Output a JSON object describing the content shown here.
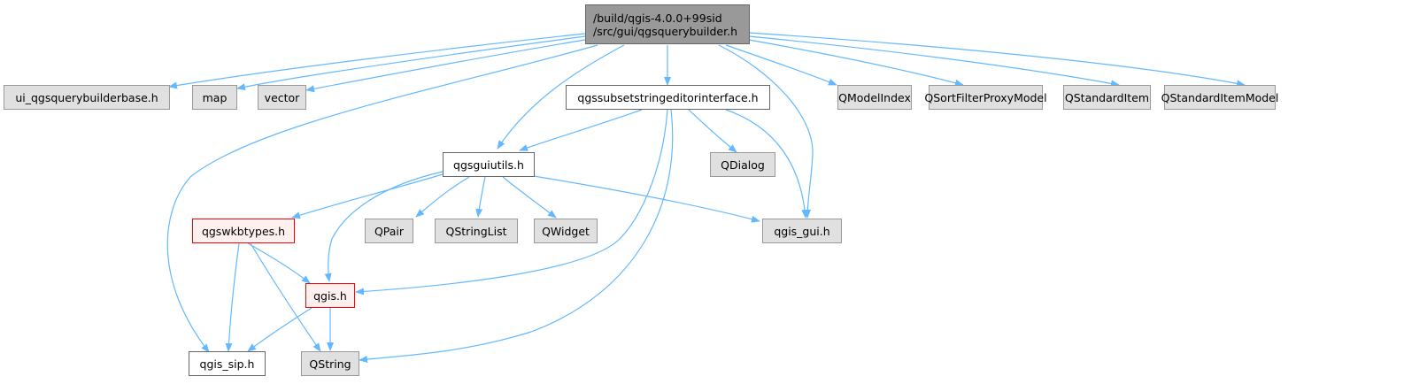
{
  "diagram": {
    "type": "include-dependency-graph",
    "colors": {
      "edge": "#63b8ff",
      "root_fill": "#999999",
      "external_fill": "#e0e0e0",
      "documented_fill": "#ffffff",
      "incomplete_fill": "#fff0f0",
      "incomplete_border": "#ff0000"
    },
    "nodes": {
      "root": {
        "line1": "/build/qgis-4.0.0+99sid",
        "line2": "/src/gui/qgsquerybuilder.h"
      },
      "ui_qgsquerybuilderbase": "ui_qgsquerybuilderbase.h",
      "map": "map",
      "vector": "vector",
      "qgssubsetstringeditorinterface": "qgssubsetstringeditorinterface.h",
      "qmodelindex": "QModelIndex",
      "qsortfilterproxymodel": "QSortFilterProxyModel",
      "qstandarditem": "QStandardItem",
      "qstandarditemmodel": "QStandardItemModel",
      "qgsguiutils": "qgsguiutils.h",
      "qdialog": "QDialog",
      "qgswkbtypes": "qgswkbtypes.h",
      "qpair": "QPair",
      "qstringlist": "QStringList",
      "qwidget": "QWidget",
      "qgis_gui": "qgis_gui.h",
      "qgis": "qgis.h",
      "qgis_sip": "qgis_sip.h",
      "qstring": "QString"
    },
    "edges": [
      [
        "root",
        "ui_qgsquerybuilderbase"
      ],
      [
        "root",
        "map"
      ],
      [
        "root",
        "vector"
      ],
      [
        "root",
        "qgis_sip"
      ],
      [
        "root",
        "qgsguiutils"
      ],
      [
        "root",
        "qgssubsetstringeditorinterface"
      ],
      [
        "root",
        "qgis_gui"
      ],
      [
        "root",
        "qmodelindex"
      ],
      [
        "root",
        "qsortfilterproxymodel"
      ],
      [
        "root",
        "qstandarditem"
      ],
      [
        "root",
        "qstandarditemmodel"
      ],
      [
        "qgssubsetstringeditorinterface",
        "qgsguiutils"
      ],
      [
        "qgssubsetstringeditorinterface",
        "qdialog"
      ],
      [
        "qgssubsetstringeditorinterface",
        "qgis_gui"
      ],
      [
        "qgssubsetstringeditorinterface",
        "qgis"
      ],
      [
        "qgssubsetstringeditorinterface",
        "qstring"
      ],
      [
        "qgsguiutils",
        "qgswkbtypes"
      ],
      [
        "qgsguiutils",
        "qgis"
      ],
      [
        "qgsguiutils",
        "qpair"
      ],
      [
        "qgsguiutils",
        "qstringlist"
      ],
      [
        "qgsguiutils",
        "qwidget"
      ],
      [
        "qgsguiutils",
        "qgis_gui"
      ],
      [
        "qgswkbtypes",
        "qgis"
      ],
      [
        "qgswkbtypes",
        "qgis_sip"
      ],
      [
        "qgswkbtypes",
        "qstring"
      ],
      [
        "qgis",
        "qgis_sip"
      ],
      [
        "qgis",
        "qstring"
      ]
    ]
  }
}
